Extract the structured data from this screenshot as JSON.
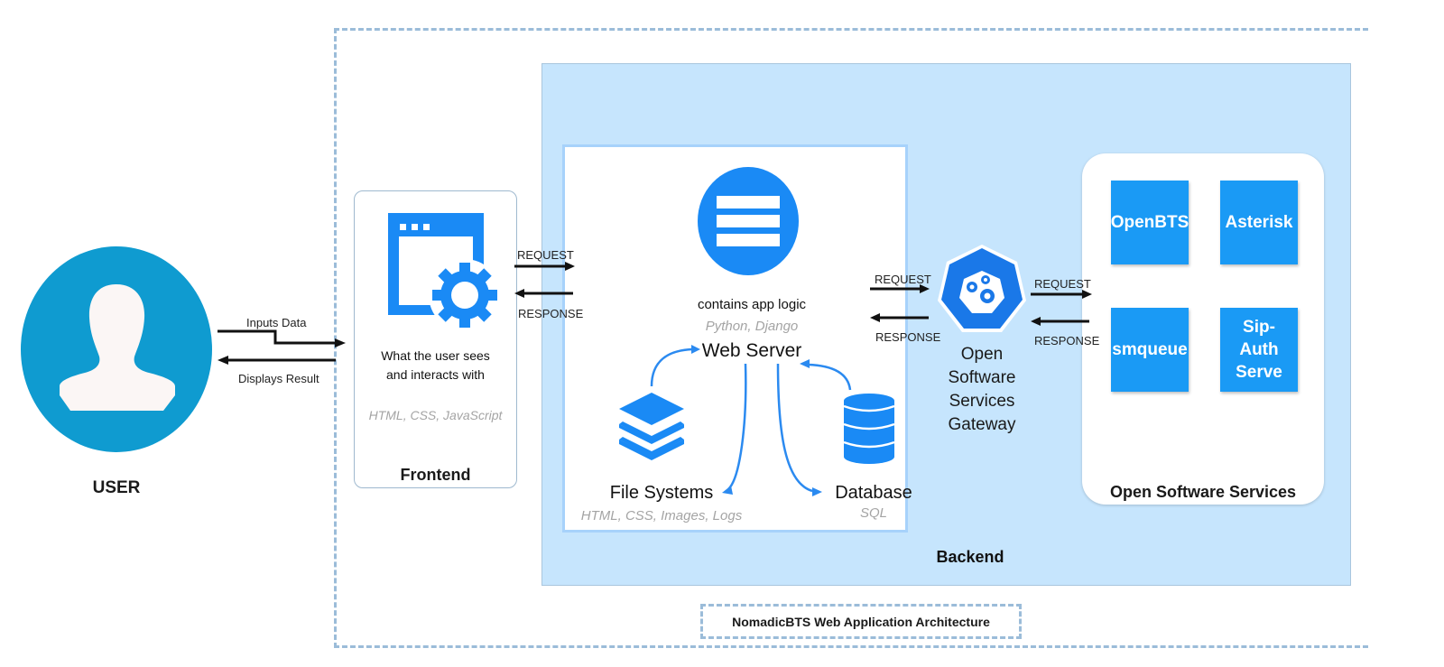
{
  "diagram": {
    "title": "NomadicBTS Web Application Architecture",
    "colors": {
      "user_circle": "#0f9bd0",
      "accent_blue": "#1a8af5",
      "backend_fill": "#c6e5fd",
      "service_tile": "#1a9af5",
      "dashed_border": "#9bbcd9"
    },
    "user": {
      "label": "USER",
      "icon": "user-silhouette-icon"
    },
    "user_links": {
      "to_frontend": "Inputs Data",
      "from_frontend": "Displays Result"
    },
    "frontend": {
      "title": "Frontend",
      "icon": "browser-gear-icon",
      "description_line1": "What the user sees",
      "description_line2": "and interacts with",
      "tech": "HTML, CSS, JavaScript"
    },
    "frontend_backend_links": {
      "request": "REQUEST",
      "response": "RESPONSE"
    },
    "backend": {
      "title": "Backend",
      "web_server": {
        "icon": "server-icon",
        "description": "contains app logic",
        "tech": "Python, Django",
        "title": "Web Server"
      },
      "file_systems": {
        "icon": "layers-icon",
        "title": "File Systems",
        "tech": "HTML, CSS, Images, Logs"
      },
      "database": {
        "icon": "database-icon",
        "title": "Database",
        "tech": "SQL"
      },
      "server_gateway_links": {
        "request": "REQUEST",
        "response": "RESPONSE"
      },
      "gateway": {
        "icon": "gateway-gears-icon",
        "line1": "Open",
        "line2": "Software",
        "line3": "Services",
        "line4": "Gateway"
      },
      "gateway_services_links": {
        "request": "REQUEST",
        "response": "RESPONSE"
      },
      "services": {
        "title": "Open Software Services",
        "items": [
          {
            "label": "OpenBTS"
          },
          {
            "label": "Asterisk"
          },
          {
            "label": "smqueue"
          },
          {
            "label": "Sip-\nAuth\nServe"
          }
        ]
      }
    }
  }
}
